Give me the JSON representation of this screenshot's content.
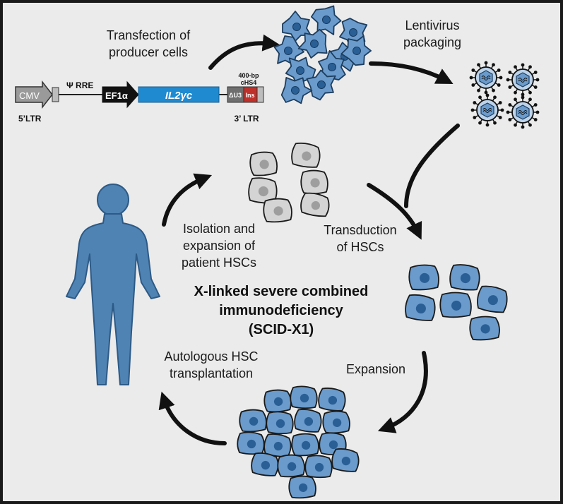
{
  "title": [
    "X-linked severe combined",
    "immunodeficiency",
    "(SCID-X1)"
  ],
  "steps": {
    "transfection": [
      "Transfection of",
      "producer cells"
    ],
    "packaging": [
      "Lentivirus",
      "packaging"
    ],
    "transduction": [
      "Transduction",
      "of HSCs"
    ],
    "expansion": "Expansion",
    "transplant": [
      "Autologous HSC",
      "transplantation"
    ],
    "isolation": [
      "Isolation and",
      "expansion of",
      "patient HSCs"
    ]
  },
  "vector": {
    "cmv": "CMV",
    "ltr5": "5’LTR",
    "psi_rre": "Ψ RRE",
    "ef1a": "EF1α",
    "gene": "IL2γc",
    "du3": "ΔU3",
    "ins": "Ins",
    "chs4": [
      "400-bp",
      "cHS4"
    ],
    "ltr3": "3’ LTR"
  },
  "colors": {
    "background": "#ebebeb",
    "cell_blue": "#6a9bcc",
    "nucleus_blue": "#2a5f95",
    "patient_cell": "#d4d4d4",
    "patient_nucleus": "#9e9e9e",
    "gene_box": "#1f8ad0",
    "ins_box": "#c0302a",
    "human": "#4f83b3"
  }
}
